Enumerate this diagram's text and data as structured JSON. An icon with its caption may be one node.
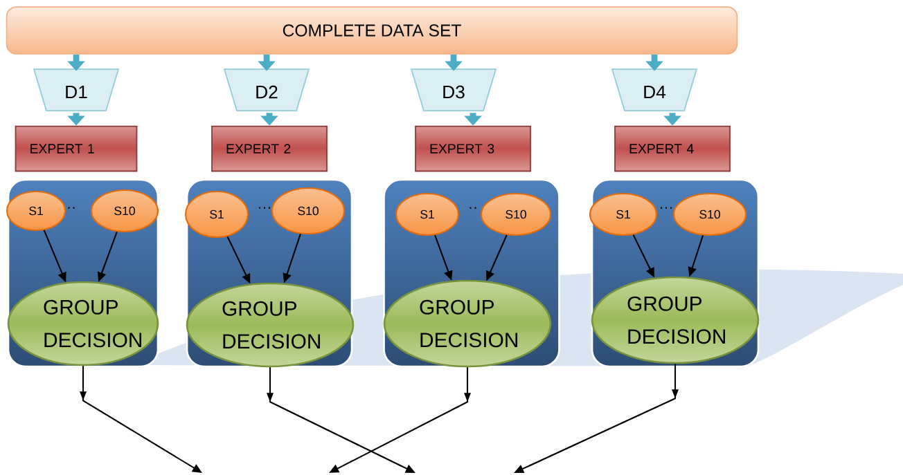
{
  "diagram": {
    "nodes": [
      {
        "text": [
          "COMPLETE DATA SET"
        ]
      },
      {
        "text": [
          "D1"
        ]
      },
      {
        "text": [
          "D2"
        ]
      },
      {
        "text": [
          "D3"
        ]
      },
      {
        "text": [
          "D4"
        ]
      },
      {
        "text": [
          "EXPERT 1"
        ]
      },
      {
        "text": [
          "EXPERT 2"
        ]
      },
      {
        "text": [
          "EXPERT 3"
        ]
      },
      {
        "text": [
          "EXPERT 4"
        ]
      },
      {
        "text": [],
        "shape": "box"
      },
      {
        "text": [],
        "shape": "box"
      },
      {
        "text": [],
        "shape": "box"
      },
      {
        "text": [],
        "shape": "box"
      },
      {
        "text": [
          "S1"
        ],
        "in": 9
      },
      {
        "text": [
          "S10"
        ],
        "in": 9
      },
      {
        "text": [
          "GROUP DECISION"
        ],
        "in": 9
      },
      {
        "text": [
          "S1"
        ],
        "in": 10
      },
      {
        "text": [
          "S10"
        ],
        "in": 10
      },
      {
        "text": [
          "GROUP DECISION"
        ],
        "in": 10
      },
      {
        "text": [
          "S1"
        ],
        "in": 11
      },
      {
        "text": [
          "S10"
        ],
        "in": 11
      },
      {
        "text": [
          "GROUP DECISION"
        ],
        "in": 11
      },
      {
        "text": [
          "S1"
        ],
        "in": 12
      },
      {
        "text": [
          "S10"
        ],
        "in": 12
      },
      {
        "text": [
          "GROUP DECISION"
        ],
        "in": 12
      }
    ],
    "edges": [
      {
        "from": 0,
        "to": 1,
        "arrow": "to",
        "style": "thick",
        "color": "#4bacc6"
      },
      {
        "from": 0,
        "to": 2,
        "arrow": "to",
        "style": "thick",
        "color": "#4bacc6"
      },
      {
        "from": 0,
        "to": 3,
        "arrow": "to",
        "style": "thick",
        "color": "#4bacc6"
      },
      {
        "from": 0,
        "to": 4,
        "arrow": "to",
        "style": "thick",
        "color": "#4bacc6"
      },
      {
        "from": 1,
        "to": 5,
        "arrow": "to",
        "style": "thick",
        "color": "#4bacc6"
      },
      {
        "from": 2,
        "to": 6,
        "arrow": "to",
        "style": "thick",
        "color": "#4bacc6"
      },
      {
        "from": 3,
        "to": 7,
        "arrow": "to",
        "style": "thick",
        "color": "#4bacc6"
      },
      {
        "from": 4,
        "to": 8,
        "arrow": "to",
        "style": "thick",
        "color": "#4bacc6"
      },
      {
        "from": 13,
        "to": 15,
        "arrow": "to"
      },
      {
        "from": 14,
        "to": 15,
        "arrow": "to"
      },
      {
        "from": 16,
        "to": 18,
        "arrow": "to"
      },
      {
        "from": 17,
        "to": 18,
        "arrow": "to"
      },
      {
        "from": 19,
        "to": 21,
        "arrow": "to"
      },
      {
        "from": 20,
        "to": 21,
        "arrow": "to"
      },
      {
        "from": 22,
        "to": 24,
        "arrow": "to"
      },
      {
        "from": 23,
        "to": 24,
        "arrow": "to"
      },
      {
        "from": 15,
        "to": null,
        "arrow": "to"
      },
      {
        "from": 18,
        "to": null,
        "arrow": "to"
      },
      {
        "from": 21,
        "to": null,
        "arrow": "to"
      },
      {
        "from": 24,
        "to": null,
        "arrow": "to"
      }
    ],
    "labels": [
      "··",
      "···",
      "··",
      "···"
    ]
  }
}
